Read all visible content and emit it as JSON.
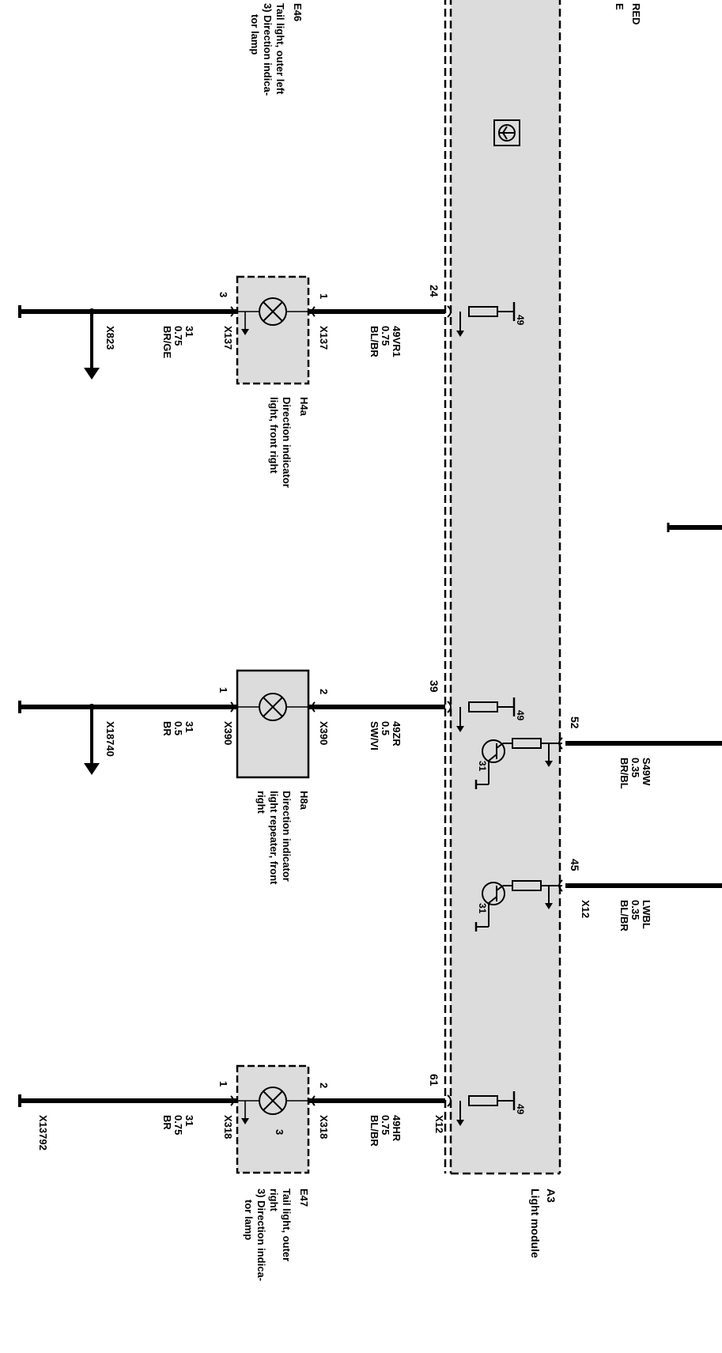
{
  "module": {
    "code": "A3",
    "name": "Light module",
    "fill_color": "#dcdcdc"
  },
  "top_left_notes": {
    "code": "E46",
    "lines": [
      "Tail light, outer left",
      "3) Direction indica-",
      "tor lamp"
    ]
  },
  "top_right_cut_text": [
    "RED",
    "E"
  ],
  "internal_label_49": "49",
  "internal_label_31": "31",
  "circuits": [
    {
      "id": "H4a",
      "module_pin": "24",
      "wire_top": [
        "49VR1",
        "0.75",
        "BL/BR"
      ],
      "conn_top": "X137",
      "pin_top": "1",
      "component_code": "H4a",
      "component_desc": [
        "Direction indicator",
        "light, front right"
      ],
      "pin_bottom": "3",
      "conn_bottom": "X137",
      "wire_bottom": [
        "31",
        "0.75",
        "BR/GE"
      ],
      "ground": "X823",
      "component_style": "dashed"
    },
    {
      "id": "H8a",
      "module_pin": "39",
      "wire_top": [
        "49ZR",
        "0.5",
        "SW/VI"
      ],
      "conn_top": "X390",
      "pin_top": "2",
      "component_code": "H8a",
      "component_desc": [
        "Direction indicator",
        "light repeater, front",
        "right"
      ],
      "pin_bottom": "1",
      "conn_bottom": "X390",
      "wire_bottom": [
        "31",
        "0.5",
        "BR"
      ],
      "ground": "X18740",
      "component_style": "solid"
    },
    {
      "id": "E47",
      "module_pin": "61",
      "module_conn": "X12",
      "wire_top": [
        "49HR",
        "0.75",
        "BL/BR"
      ],
      "conn_top": "X318",
      "pin_top": "2",
      "component_code": "E47",
      "component_desc": [
        "Tail light, outer",
        "right",
        "3) Direction indica-",
        "tor lamp"
      ],
      "lamp_note": "3",
      "pin_bottom": "1",
      "conn_bottom": "X318",
      "wire_bottom": [
        "31",
        "0.75",
        "BR"
      ],
      "ground": "X13792",
      "component_style": "dashed"
    }
  ],
  "outputs": [
    {
      "id": "S49W",
      "module_pin": "52",
      "wire": [
        "S49W",
        "0.35",
        "BR/BL"
      ]
    },
    {
      "id": "LWBL",
      "module_pin": "45",
      "module_conn": "X12",
      "wire": [
        "LWBL",
        "0.35",
        "BL/BR"
      ]
    }
  ]
}
